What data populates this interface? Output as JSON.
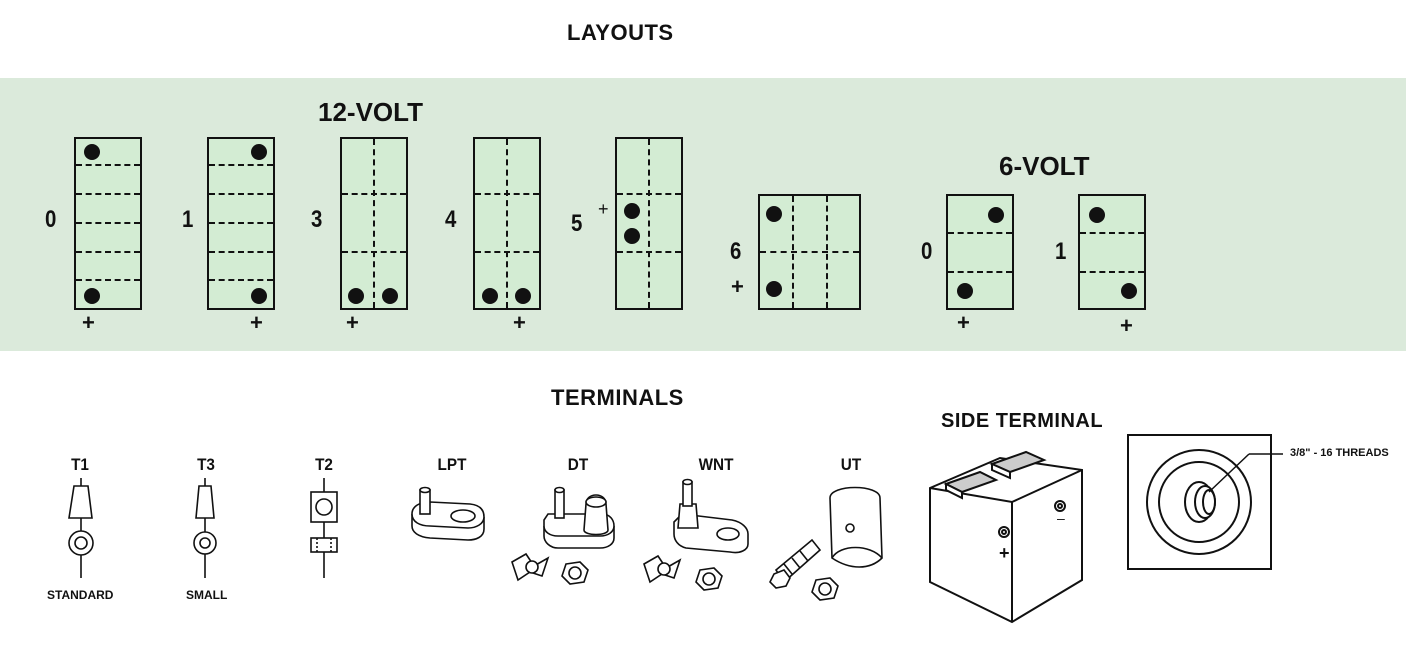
{
  "titles": {
    "layouts": "LAYOUTS",
    "twelve_volt": "12-VOLT",
    "six_volt": "6-VOLT",
    "terminals": "TERMINALS",
    "side_terminal": "SIDE TERMINAL"
  },
  "layouts": {
    "twelve_volt": [
      {
        "label": "0",
        "positive": "+"
      },
      {
        "label": "1",
        "positive": "+"
      },
      {
        "label": "3",
        "positive": "+"
      },
      {
        "label": "4",
        "positive": "+"
      },
      {
        "label": "5",
        "positive": "+"
      },
      {
        "label": "6",
        "positive": "+"
      }
    ],
    "six_volt": [
      {
        "label": "0",
        "positive": "+"
      },
      {
        "label": "1",
        "positive": "+"
      }
    ]
  },
  "terminals": [
    {
      "code": "T1",
      "sub": "STANDARD"
    },
    {
      "code": "T3",
      "sub": "SMALL"
    },
    {
      "code": "T2",
      "sub": ""
    },
    {
      "code": "LPT",
      "sub": ""
    },
    {
      "code": "DT",
      "sub": ""
    },
    {
      "code": "WNT",
      "sub": ""
    },
    {
      "code": "UT",
      "sub": ""
    }
  ],
  "side_terminal": {
    "thread_callout": "3/8\" - 16 THREADS",
    "pos_mark": "+",
    "neg_mark": "–"
  },
  "colors": {
    "band": "#dbeadb",
    "battery_fill": "#d3ecd3",
    "ink": "#111111"
  }
}
